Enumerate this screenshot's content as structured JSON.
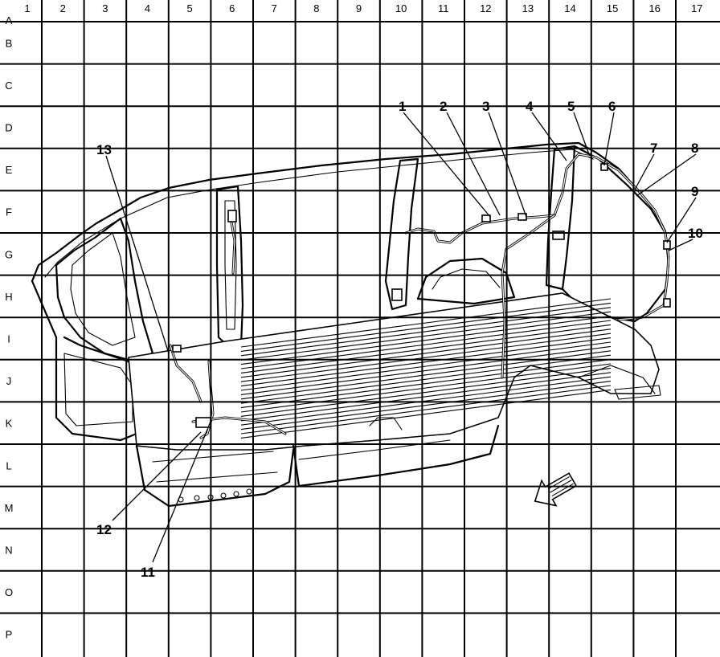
{
  "grid": {
    "columns": [
      "1",
      "2",
      "3",
      "4",
      "5",
      "6",
      "7",
      "8",
      "9",
      "10",
      "11",
      "12",
      "13",
      "14",
      "15",
      "16",
      "17"
    ],
    "rows": [
      "A",
      "B",
      "C",
      "D",
      "E",
      "F",
      "G",
      "H",
      "I",
      "J",
      "K",
      "L",
      "M",
      "N",
      "O",
      "P"
    ]
  },
  "callouts": [
    {
      "label": "1"
    },
    {
      "label": "2"
    },
    {
      "label": "3"
    },
    {
      "label": "4"
    },
    {
      "label": "5"
    },
    {
      "label": "6"
    },
    {
      "label": "7"
    },
    {
      "label": "8"
    },
    {
      "label": "9"
    },
    {
      "label": "10"
    },
    {
      "label": "11"
    },
    {
      "label": "12"
    },
    {
      "label": "13"
    }
  ],
  "icons": {
    "direction_arrow": "front-direction-arrow-icon"
  }
}
